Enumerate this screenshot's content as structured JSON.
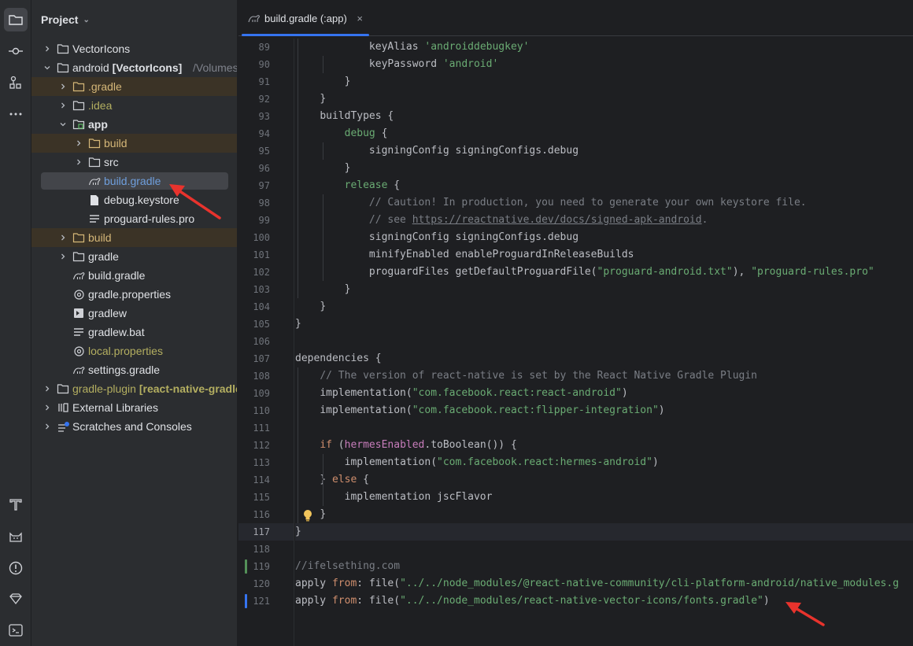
{
  "activity_bar": {
    "icons": [
      "folder-icon",
      "commit-icon",
      "structure-icon",
      "more-icon",
      "build-icon",
      "cat-icon",
      "problems-icon",
      "gem-icon",
      "terminal-icon"
    ]
  },
  "project_panel": {
    "title": "Project",
    "tree": [
      {
        "label": "VectorIcons",
        "extra": "",
        "icon": "folder-icon",
        "indent": 0,
        "expanded": false,
        "style": "normal"
      },
      {
        "label": "android [VectorIcons]",
        "extra": "/Volumes/",
        "icon": "folder-icon",
        "indent": 0,
        "expanded": true,
        "style": "normal"
      },
      {
        "label": ".gradle",
        "extra": "",
        "icon": "folder-icon",
        "indent": 1,
        "expanded": false,
        "style": "excluded"
      },
      {
        "label": ".idea",
        "extra": "",
        "icon": "folder-icon",
        "indent": 1,
        "expanded": false,
        "style": "olive"
      },
      {
        "label": "app",
        "extra": "",
        "icon": "module-icon",
        "indent": 1,
        "expanded": true,
        "style": "bold"
      },
      {
        "label": "build",
        "extra": "",
        "icon": "folder-icon",
        "indent": 2,
        "expanded": false,
        "style": "excluded"
      },
      {
        "label": "src",
        "extra": "",
        "icon": "folder-icon",
        "indent": 2,
        "expanded": false,
        "style": "normal"
      },
      {
        "label": "build.gradle",
        "extra": "",
        "icon": "gradle-icon",
        "indent": 2,
        "expanded": null,
        "style": "selected"
      },
      {
        "label": "debug.keystore",
        "extra": "",
        "icon": "file-icon",
        "indent": 2,
        "expanded": null,
        "style": "normal"
      },
      {
        "label": "proguard-rules.pro",
        "extra": "",
        "icon": "text-file-icon",
        "indent": 2,
        "expanded": null,
        "style": "normal"
      },
      {
        "label": "build",
        "extra": "",
        "icon": "folder-icon",
        "indent": 1,
        "expanded": false,
        "style": "excluded"
      },
      {
        "label": "gradle",
        "extra": "",
        "icon": "folder-icon",
        "indent": 1,
        "expanded": false,
        "style": "normal"
      },
      {
        "label": "build.gradle",
        "extra": "",
        "icon": "gradle-icon",
        "indent": 1,
        "expanded": null,
        "style": "normal"
      },
      {
        "label": "gradle.properties",
        "extra": "",
        "icon": "settings-file-icon",
        "indent": 1,
        "expanded": null,
        "style": "normal"
      },
      {
        "label": "gradlew",
        "extra": "",
        "icon": "exec-file-icon",
        "indent": 1,
        "expanded": null,
        "style": "normal"
      },
      {
        "label": "gradlew.bat",
        "extra": "",
        "icon": "text-file-icon",
        "indent": 1,
        "expanded": null,
        "style": "normal"
      },
      {
        "label": "local.properties",
        "extra": "",
        "icon": "settings-file-icon",
        "indent": 1,
        "expanded": null,
        "style": "olive"
      },
      {
        "label": "settings.gradle",
        "extra": "",
        "icon": "gradle-icon",
        "indent": 1,
        "expanded": null,
        "style": "normal"
      },
      {
        "label": "gradle-plugin [react-native-gradle",
        "extra": "",
        "icon": "folder-icon",
        "indent": 0,
        "expanded": false,
        "style": "olive-mixed"
      },
      {
        "label": "External Libraries",
        "extra": "",
        "icon": "library-icon",
        "indent": 0,
        "expanded": false,
        "style": "normal"
      },
      {
        "label": "Scratches and Consoles",
        "extra": "",
        "icon": "scratches-icon",
        "indent": 0,
        "expanded": false,
        "style": "normal"
      }
    ]
  },
  "editor": {
    "tab_label": "build.gradle (:app)",
    "tab_close": "×",
    "current_line": 117,
    "lines": [
      {
        "n": 89,
        "indent": 3,
        "parts": [
          [
            "t",
            "keyAlias "
          ],
          [
            "s",
            "'androiddebugkey'"
          ]
        ]
      },
      {
        "n": 90,
        "indent": 3,
        "parts": [
          [
            "t",
            "keyPassword "
          ],
          [
            "s",
            "'android'"
          ]
        ]
      },
      {
        "n": 91,
        "indent": 2,
        "parts": [
          [
            "t",
            "}"
          ]
        ]
      },
      {
        "n": 92,
        "indent": 1,
        "parts": [
          [
            "t",
            "}"
          ]
        ]
      },
      {
        "n": 93,
        "indent": 1,
        "parts": [
          [
            "t",
            "buildTypes {"
          ]
        ]
      },
      {
        "n": 94,
        "indent": 2,
        "parts": [
          [
            "g",
            "debug"
          ],
          [
            "t",
            " {"
          ]
        ]
      },
      {
        "n": 95,
        "indent": 3,
        "parts": [
          [
            "t",
            "signingConfig signingConfigs.debug"
          ]
        ]
      },
      {
        "n": 96,
        "indent": 2,
        "parts": [
          [
            "t",
            "}"
          ]
        ]
      },
      {
        "n": 97,
        "indent": 2,
        "parts": [
          [
            "g",
            "release"
          ],
          [
            "t",
            " {"
          ]
        ]
      },
      {
        "n": 98,
        "indent": 3,
        "parts": [
          [
            "c",
            "// Caution! In production, you need to generate your own keystore file."
          ]
        ]
      },
      {
        "n": 99,
        "indent": 3,
        "parts": [
          [
            "c",
            "// see "
          ],
          [
            "l",
            "https://reactnative.dev/docs/signed-apk-android"
          ],
          [
            "c",
            "."
          ]
        ]
      },
      {
        "n": 100,
        "indent": 3,
        "parts": [
          [
            "t",
            "signingConfig signingConfigs.debug"
          ]
        ]
      },
      {
        "n": 101,
        "indent": 3,
        "parts": [
          [
            "t",
            "minifyEnabled enableProguardInReleaseBuilds"
          ]
        ]
      },
      {
        "n": 102,
        "indent": 3,
        "parts": [
          [
            "t",
            "proguardFiles getDefaultProguardFile("
          ],
          [
            "s",
            "\"proguard-android.txt\""
          ],
          [
            "t",
            "), "
          ],
          [
            "s",
            "\"proguard-rules.pro\""
          ]
        ]
      },
      {
        "n": 103,
        "indent": 2,
        "parts": [
          [
            "t",
            "}"
          ]
        ]
      },
      {
        "n": 104,
        "indent": 1,
        "parts": [
          [
            "t",
            "}"
          ]
        ]
      },
      {
        "n": 105,
        "indent": 0,
        "parts": [
          [
            "t",
            "}"
          ]
        ]
      },
      {
        "n": 106,
        "indent": 0,
        "parts": []
      },
      {
        "n": 107,
        "indent": 0,
        "parts": [
          [
            "t",
            "dependencies {"
          ]
        ]
      },
      {
        "n": 108,
        "indent": 1,
        "parts": [
          [
            "c",
            "// The version of react-native is set by the React Native Gradle Plugin"
          ]
        ]
      },
      {
        "n": 109,
        "indent": 1,
        "parts": [
          [
            "t",
            "implementation("
          ],
          [
            "s",
            "\"com.facebook.react:react-android\""
          ],
          [
            "t",
            ")"
          ]
        ]
      },
      {
        "n": 110,
        "indent": 1,
        "parts": [
          [
            "t",
            "implementation("
          ],
          [
            "s",
            "\"com.facebook.react:flipper-integration\""
          ],
          [
            "t",
            ")"
          ]
        ]
      },
      {
        "n": 111,
        "indent": 0,
        "parts": []
      },
      {
        "n": 112,
        "indent": 1,
        "parts": [
          [
            "k",
            "if"
          ],
          [
            "t",
            " ("
          ],
          [
            "p",
            "hermesEnabled"
          ],
          [
            "t",
            ".toBoolean()) {"
          ]
        ]
      },
      {
        "n": 113,
        "indent": 2,
        "parts": [
          [
            "t",
            "implementation("
          ],
          [
            "s",
            "\"com.facebook.react:hermes-android\""
          ],
          [
            "t",
            ")"
          ]
        ]
      },
      {
        "n": 114,
        "indent": 1,
        "parts": [
          [
            "t",
            "} "
          ],
          [
            "k",
            "else"
          ],
          [
            "t",
            " {"
          ]
        ]
      },
      {
        "n": 115,
        "indent": 2,
        "parts": [
          [
            "t",
            "implementation jscFlavor"
          ]
        ]
      },
      {
        "n": 116,
        "indent": 1,
        "parts": [
          [
            "t",
            "}"
          ]
        ]
      },
      {
        "n": 117,
        "indent": 0,
        "parts": [
          [
            "t",
            "}"
          ]
        ]
      },
      {
        "n": 118,
        "indent": 0,
        "parts": []
      },
      {
        "n": 119,
        "indent": 0,
        "parts": [
          [
            "c",
            "//ifelsething.com"
          ]
        ]
      },
      {
        "n": 120,
        "indent": 0,
        "parts": [
          [
            "t",
            "apply "
          ],
          [
            "k",
            "from"
          ],
          [
            "t",
            ": file("
          ],
          [
            "s",
            "\"../../node_modules/@react-native-community/cli-platform-android/native_modules.g"
          ]
        ]
      },
      {
        "n": 121,
        "indent": 0,
        "parts": [
          [
            "t",
            "apply "
          ],
          [
            "k",
            "from"
          ],
          [
            "t",
            ": file("
          ],
          [
            "s",
            "\"../../node_modules/react-native-vector-icons/fonts.gradle\""
          ],
          [
            "t",
            ")"
          ]
        ]
      }
    ],
    "change_markers": [
      {
        "line": 119,
        "color": "#549159"
      },
      {
        "line": 121,
        "color": "#3574f0"
      }
    ]
  },
  "colors": {
    "accent": "#3574f0",
    "string": "#6aab73",
    "keyword": "#cf8e6d",
    "comment": "#7a7e85",
    "annotation_arrow": "#e8332d"
  }
}
